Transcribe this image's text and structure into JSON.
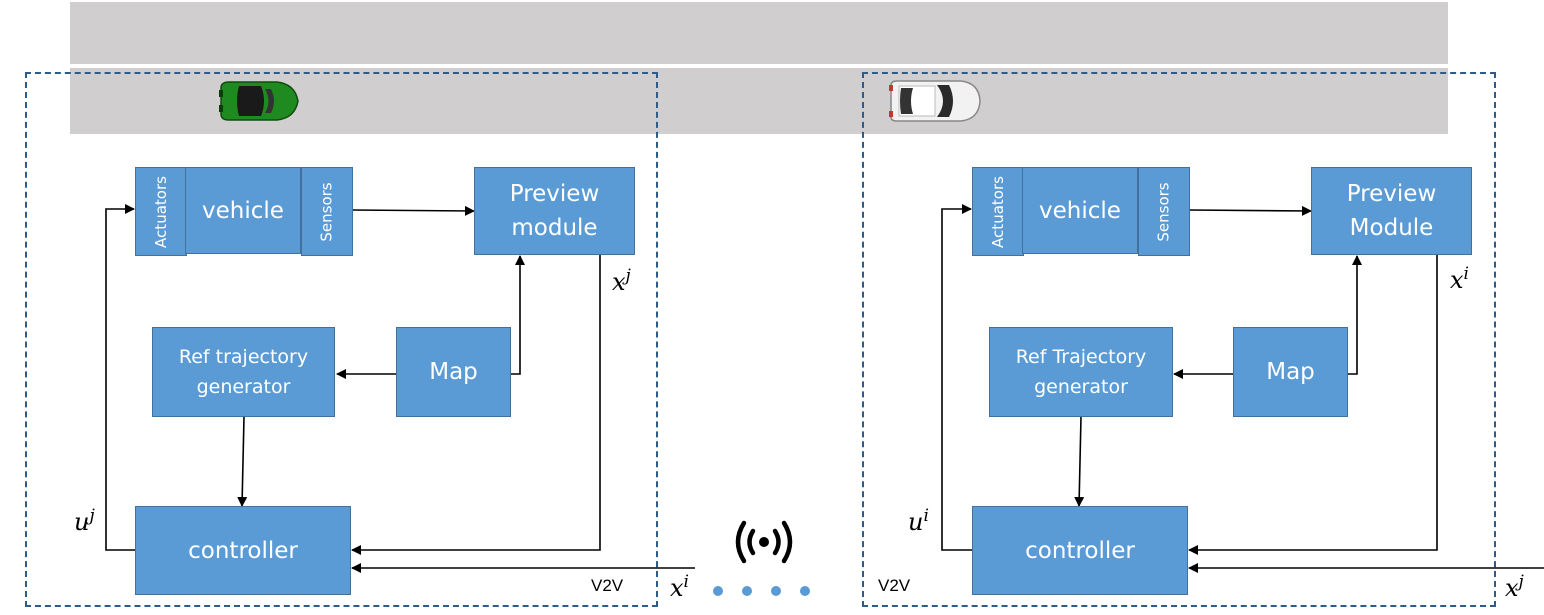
{
  "left": {
    "actuators": "Actuators",
    "vehicle": "vehicle",
    "sensors": "Sensors",
    "preview": "Preview module",
    "ref": "Ref trajectory generator",
    "map": "Map",
    "controller": "controller",
    "state_own": "x",
    "state_own_sup": "j",
    "input": "u",
    "input_sup": "j",
    "state_other": "x",
    "state_other_sup": "i",
    "v2v": "V2V",
    "car_color": "#1f8a1f"
  },
  "right": {
    "actuators": "Actuators",
    "vehicle": "vehicle",
    "sensors": "Sensors",
    "preview": "Preview Module",
    "ref": "Ref Trajectory generator",
    "map": "Map",
    "controller": "controller",
    "state_own": "x",
    "state_own_sup": "i",
    "input": "u",
    "input_sup": "i",
    "state_other": "x",
    "state_other_sup": "j",
    "v2v": "V2V",
    "car_color": "#f2f2f2"
  },
  "colors": {
    "block_fill": "#5b9bd5",
    "block_border": "#41719c",
    "panel_border": "#2e5c8a",
    "road": "#d0cece"
  },
  "icons": [
    "green-car-icon",
    "white-car-icon",
    "wireless-signal-icon"
  ]
}
